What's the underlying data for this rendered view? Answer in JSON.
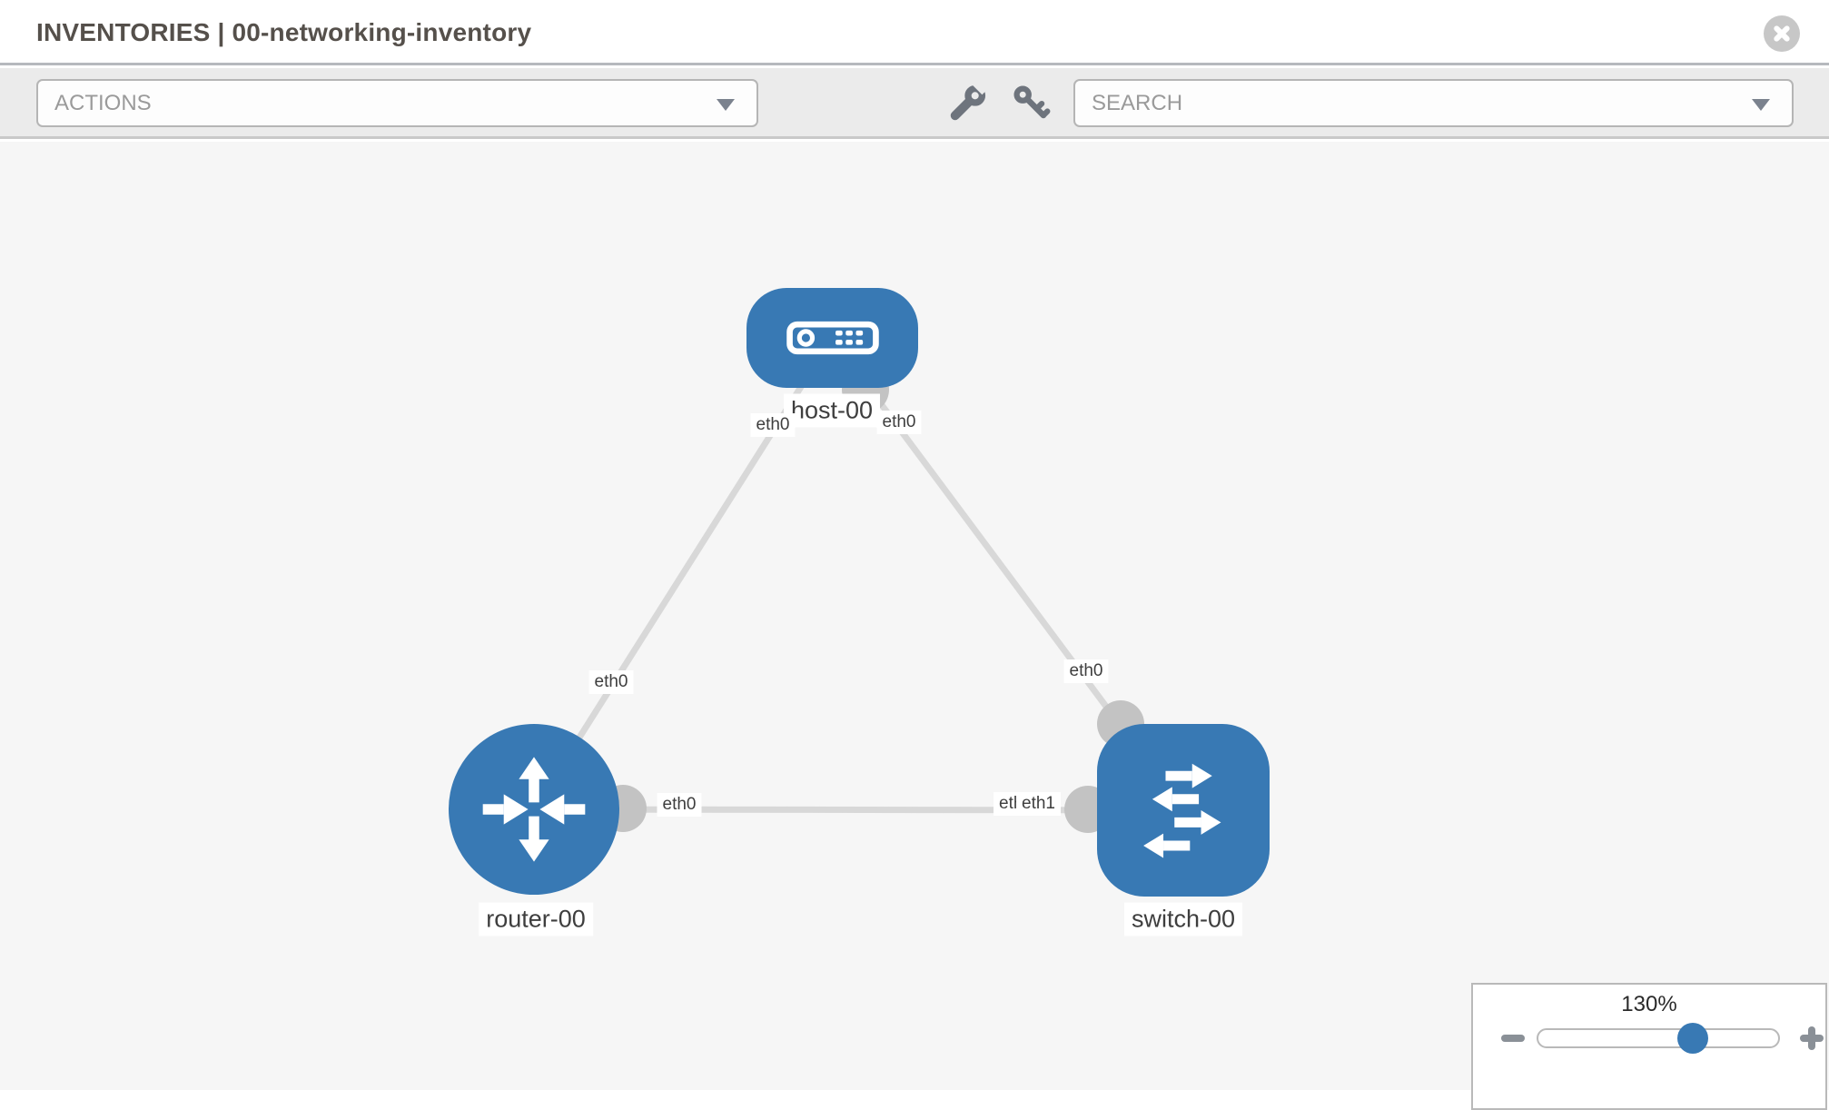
{
  "header": {
    "title": "INVENTORIES | 00-networking-inventory"
  },
  "toolbar": {
    "actions_label": "ACTIONS",
    "search_placeholder": "SEARCH"
  },
  "topology": {
    "nodes": [
      {
        "id": "host-00",
        "type": "host",
        "label": "host-00"
      },
      {
        "id": "router-00",
        "type": "router",
        "label": "router-00"
      },
      {
        "id": "switch-00",
        "type": "switch",
        "label": "switch-00"
      }
    ],
    "links": [
      {
        "from": "host-00",
        "from_interface": "eth0",
        "to": "router-00",
        "to_interface": "eth0"
      },
      {
        "from": "host-00",
        "from_interface": "eth0",
        "to": "switch-00",
        "to_interface": "eth0"
      },
      {
        "from": "router-00",
        "from_interface": "eth0",
        "to": "switch-00",
        "to_interface": "eth1"
      }
    ],
    "occluded_interface_label": "eth0"
  },
  "zoom_control": {
    "level": "130%"
  },
  "colors": {
    "node_blue": "#3879b4",
    "link_gray": "#d8d8d8",
    "interface_dot_gray": "#c3c3c3",
    "toolbar_bg": "#ebebeb",
    "canvas_bg": "#f6f6f6"
  }
}
